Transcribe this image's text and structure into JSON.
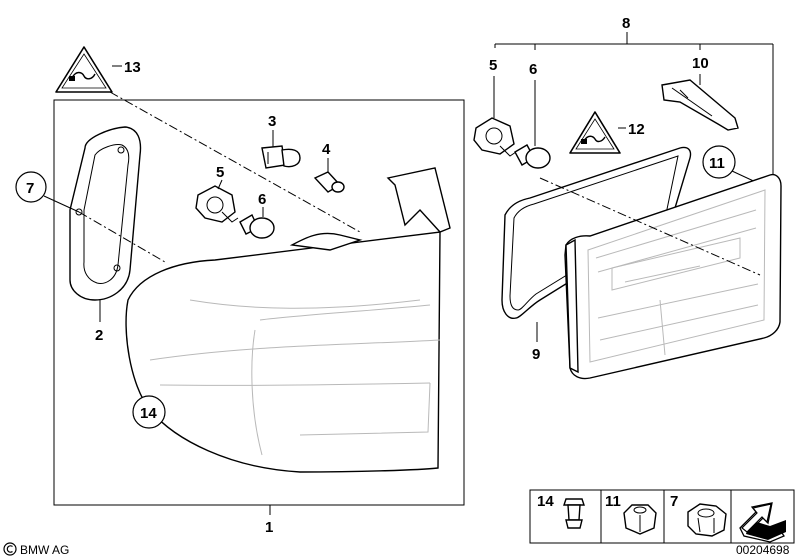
{
  "callouts": {
    "c1": "1",
    "c2": "2",
    "c3": "3",
    "c4": "4",
    "c5_left": "5",
    "c6_left": "6",
    "c7": "7",
    "c5_right": "5",
    "c6_right": "6",
    "c8": "8",
    "c9": "9",
    "c10": "10",
    "c11": "11",
    "c12": "12",
    "c13": "13",
    "c14": "14"
  },
  "legend": {
    "item_14": "14",
    "item_11": "11",
    "item_7": "7"
  },
  "footer": {
    "brand": "BMW AG",
    "diagram_id": "00204698"
  },
  "icons": {
    "copyright": "copyright-icon",
    "warning": "electrical-warning-icon",
    "arrow": "legend-arrow-icon"
  }
}
